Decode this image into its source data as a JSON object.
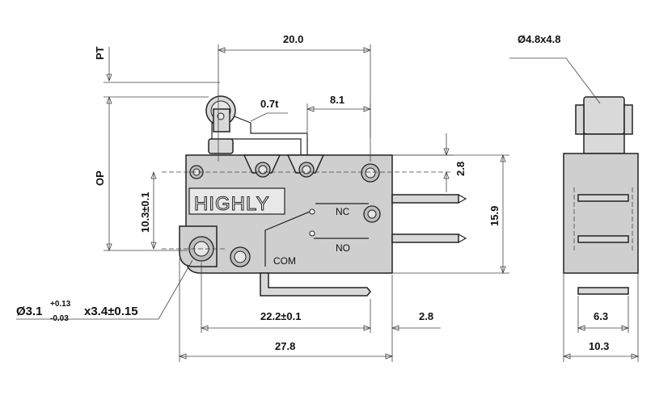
{
  "labels": {
    "pt": "PT",
    "op": "OP",
    "brand": "HIGHLY",
    "nc": "NC",
    "no": "NO",
    "com": "COM"
  },
  "dimensions": {
    "overall_top_width": "20.0",
    "lever_thickness": "0.7t",
    "terminal_spacing": "8.1",
    "terminal_offset": "2.8",
    "body_height": "15.9",
    "mount_height": "10.3±0.1",
    "hole_spacing": "22.2±0.1",
    "terminal_protrusion": "2.8",
    "overall_length": "27.8",
    "roller": "Ø4.8x4.8",
    "side_inner_width": "6.3",
    "side_width": "10.3",
    "mount_hole_main": "Ø3.1",
    "mount_hole_tol_upper": "+0.13",
    "mount_hole_tol_lower": "-0.03",
    "mount_hole_depth": "x3.4±0.15"
  }
}
